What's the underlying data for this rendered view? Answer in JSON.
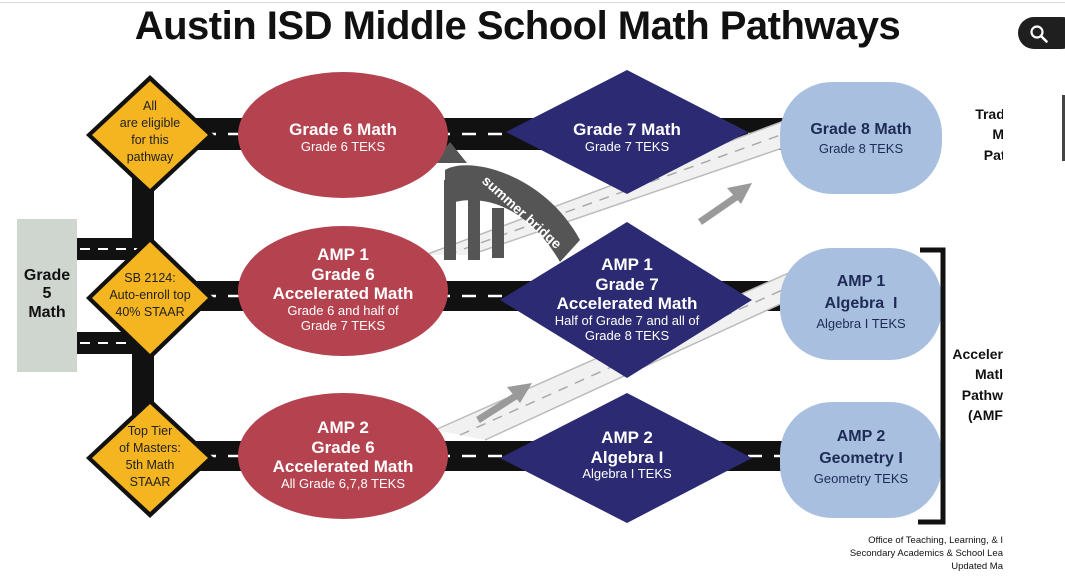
{
  "title": "Austin ISD Middle School Math Pathways",
  "grade5": {
    "line1": "Grade",
    "line2": "5",
    "line3": "Math"
  },
  "signs": {
    "all": {
      "l1": "All",
      "l2": "are eligible",
      "l3": "for this",
      "l4": "pathway"
    },
    "sb": {
      "l1": "SB 2124:",
      "l2": "Auto-enroll top",
      "l3": "40% STAAR"
    },
    "masters": {
      "l1": "Top Tier",
      "l2": "of Masters:",
      "l3": "5th Math",
      "l4": "STAAR"
    }
  },
  "grade6": {
    "trad": {
      "title": "Grade 6 Math",
      "sub": "Grade 6 TEKS"
    },
    "amp1": {
      "l1": "AMP 1",
      "l2": "Grade 6",
      "l3": "Accelerated Math",
      "s1": "Grade 6 and half of",
      "s2": "Grade 7 TEKS"
    },
    "amp2": {
      "l1": "AMP 2",
      "l2": "Grade 6",
      "l3": "Accelerated Math",
      "s1": "All Grade 6,7,8 TEKS"
    }
  },
  "grade7": {
    "trad": {
      "title": "Grade 7 Math",
      "sub": "Grade 7 TEKS"
    },
    "amp1": {
      "l1": "AMP 1",
      "l2": "Grade 7",
      "l3": "Accelerated Math",
      "s1": "Half of Grade 7 and all of",
      "s2": "Grade 8 TEKS"
    },
    "amp2": {
      "l1": "AMP 2",
      "l2": "Algebra I",
      "s1": "Algebra I TEKS"
    }
  },
  "grade8": {
    "trad": {
      "title": "Grade 8 Math",
      "sub": "Grade 8 TEKS"
    },
    "amp1": {
      "l1": "AMP 1",
      "l2": "Algebra  I",
      "s1": "Algebra I TEKS"
    },
    "amp2": {
      "l1": "AMP 2",
      "l2": "Geometry I",
      "s1": "Geometry TEKS"
    }
  },
  "summer_bridge": "summer bridge",
  "side": {
    "traditional": {
      "l1": "Traditic",
      "l2": "Math",
      "l3": "Pathw"
    },
    "accelerated": {
      "l1": "Acceler",
      "l2": "Matl",
      "l3": "Pathw",
      "l4": "(AMF"
    }
  },
  "footer": {
    "l1": "Office of Teaching, Learning, & I",
    "l2": "Secondary Academics & School Lea",
    "l3": "Updated Ma"
  },
  "colors": {
    "road": "#111111",
    "red": "#b5434f",
    "navy": "#2b2a72",
    "light": "#a9bfe0",
    "sign": "#f5b521",
    "grade5_bg": "#cfd5cf"
  },
  "icons": {
    "zoom": "search-icon"
  }
}
